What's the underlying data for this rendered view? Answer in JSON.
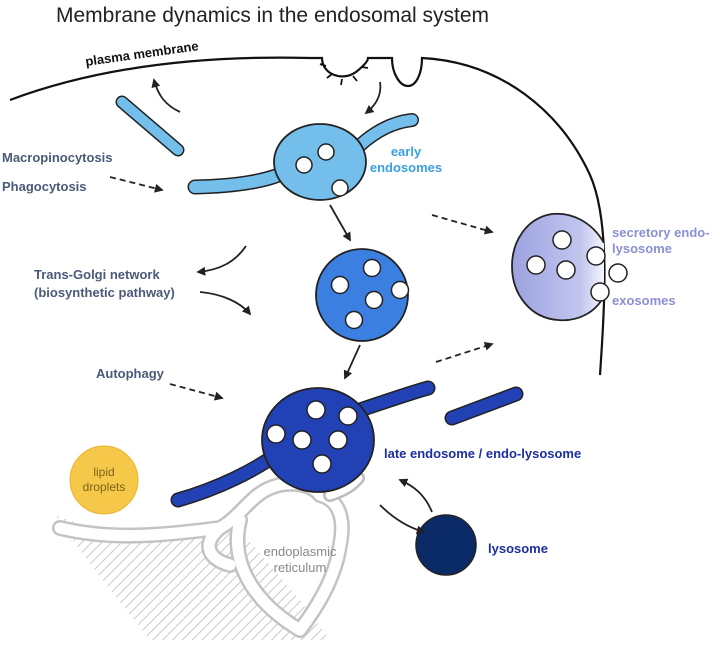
{
  "title": "Membrane dynamics in the endosomal system",
  "colors": {
    "early": "#74BEEB",
    "multivesicular": "#3B7FE0",
    "late": "#2241B5",
    "lysosome": "#0A2B68",
    "secretory": "#A8AEE3",
    "lipid": "#F5C84A",
    "er_stroke": "#BBBBBB",
    "arrow": "#222222",
    "label_slate": "#4A5A78",
    "label_early": "#3AA0E0",
    "label_late": "#1B2F9E",
    "label_secretory": "#8A90D0",
    "label_lipid": "#7A6418",
    "label_er": "#888888"
  },
  "labels": {
    "plasma_membrane": "plasma membrane",
    "early_line1": "early",
    "early_line2": "endosomes",
    "macropinocytosis": "Macropinocytosis",
    "phagocytosis": "Phagocytosis",
    "tgn_line1": "Trans-Golgi network",
    "tgn_line2": "(biosynthetic pathway)",
    "autophagy": "Autophagy",
    "secretory_line1": "secretory endo-",
    "secretory_line2": "lysosome",
    "exosomes": "exosomes",
    "late": "late endosome / endo-lysosome",
    "lipid_line1": "lipid",
    "lipid_line2": "droplets",
    "er_line1": "endoplasmic",
    "er_line2": "reticulum",
    "lysosome": "lysosome"
  },
  "icons": {
    "arrow": "solid-arrow-icon",
    "dashed_arrow": "dashed-arrow-icon",
    "vesicle": "vesicle-icon"
  }
}
